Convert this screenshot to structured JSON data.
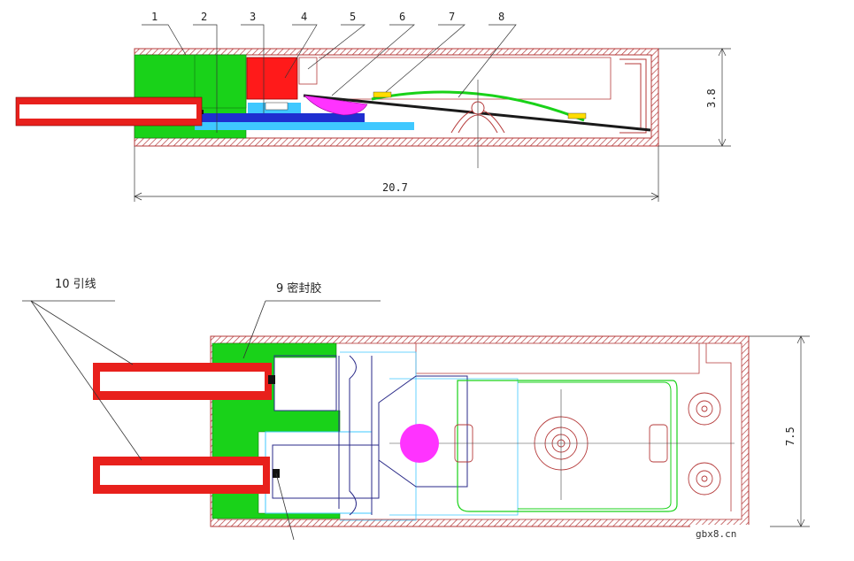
{
  "part_labels": [
    "1",
    "2",
    "3",
    "4",
    "5",
    "6",
    "7",
    "8"
  ],
  "callouts": {
    "lead_wire": "10  引线",
    "sealant": "9  密封胶"
  },
  "dimensions": {
    "height_side": "3.8",
    "length": "20.7",
    "width_top": "7.5"
  },
  "watermark": "gbx8.cn",
  "colors": {
    "wire_red": "#e8201c",
    "seal_green": "#19d219",
    "block_red": "#ff1a1a",
    "insulator_blue": "#1f2fd0",
    "strip_cyan": "#3fc8ff",
    "contact_magenta": "#ff33ff",
    "spring_green": "#19d219",
    "housing_red": "#cc3333"
  }
}
